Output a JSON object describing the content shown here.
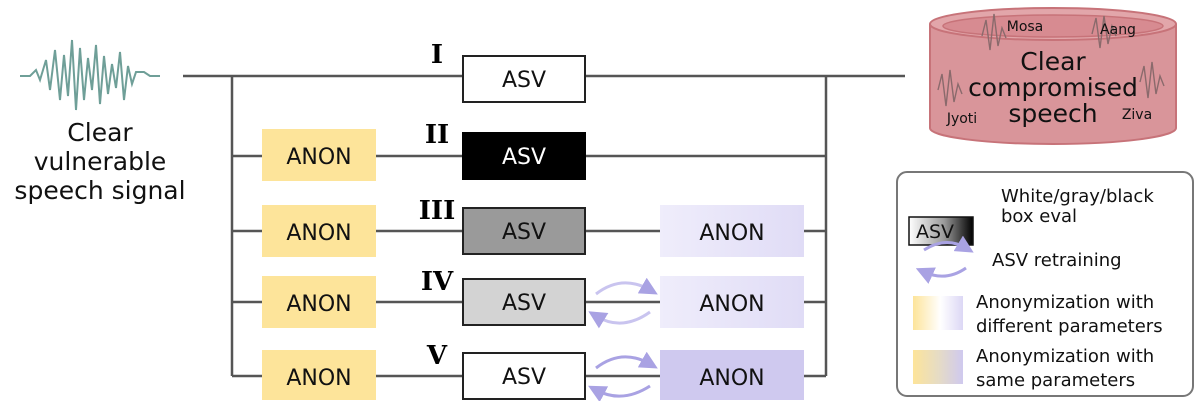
{
  "source": {
    "label_lines": [
      "Clear",
      "vulnerable",
      "speech signal"
    ]
  },
  "target": {
    "label_lines": [
      "Clear",
      "compromised",
      "speech"
    ],
    "speakers": [
      "Mosa",
      "Aang",
      "Jyoti",
      "Ziva"
    ]
  },
  "scenarios": [
    {
      "numeral": "I",
      "asv_label": "ASV",
      "asv_box": "white",
      "input_anon": null,
      "output_anon": null,
      "retraining": false
    },
    {
      "numeral": "II",
      "asv_label": "ASV",
      "asv_box": "black",
      "input_anon": "ANON",
      "output_anon": null,
      "retraining": false
    },
    {
      "numeral": "III",
      "asv_label": "ASV",
      "asv_box": "gray",
      "input_anon": "ANON",
      "output_anon": "ANON",
      "retraining": false
    },
    {
      "numeral": "IV",
      "asv_label": "ASV",
      "asv_box": "light",
      "input_anon": "ANON",
      "output_anon": "ANON",
      "retraining": true
    },
    {
      "numeral": "V",
      "asv_label": "ASV",
      "asv_box": "white",
      "input_anon": "ANON",
      "output_anon": "ANON",
      "retraining": true
    }
  ],
  "legend": {
    "box_eval": {
      "swatch_label": "ASV",
      "text_lines": [
        "White/gray/black",
        "box eval"
      ]
    },
    "retraining": {
      "text": "ASV retraining"
    },
    "diff_params": {
      "text_lines": [
        "Anonymization with",
        "different parameters"
      ]
    },
    "same_params": {
      "text_lines": [
        "Anonymization with",
        "same parameters"
      ]
    }
  },
  "colors": {
    "line": "#555555",
    "anon_input": "#fde49a",
    "anon_output_light": "#e4e0f7",
    "anon_output_same": "#cfc9ef",
    "arrow": "#a9a2e3",
    "waveform": "#6f9f98",
    "db_fill": "#d9959a",
    "db_stroke": "#c77379"
  }
}
